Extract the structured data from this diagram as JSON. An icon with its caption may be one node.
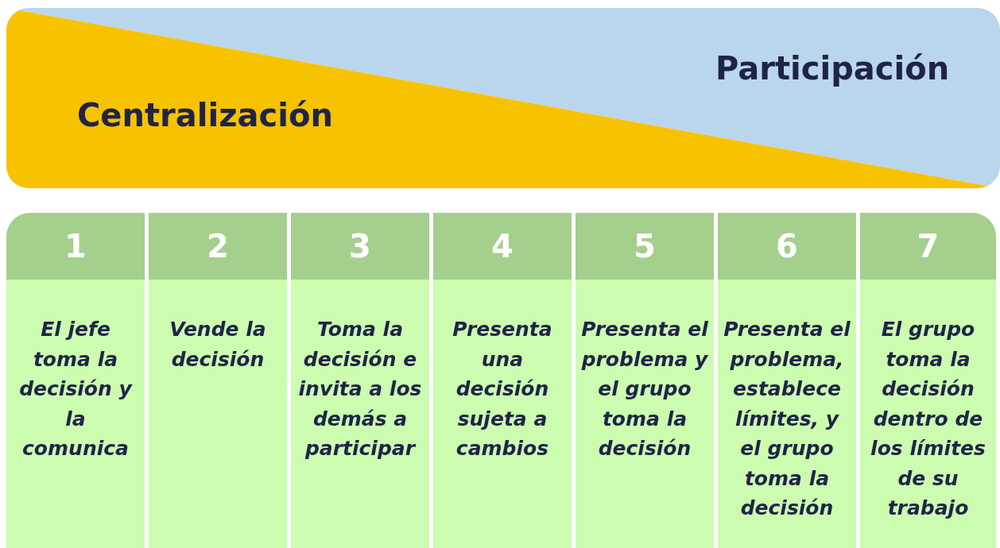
{
  "diagram": {
    "nodes": [
      {
        "text": [
          "1",
          "El jefe toma la decisión y la comunica"
        ]
      },
      {
        "text": [
          "2",
          "Vende la decisión"
        ]
      },
      {
        "text": [
          "3",
          "Toma la decisión e invita a los demás a participar"
        ]
      },
      {
        "text": [
          "4",
          "Presenta una decisión sujeta a cambios"
        ]
      },
      {
        "text": [
          "5",
          "Presenta el problema y el grupo toma la decisión"
        ]
      },
      {
        "text": [
          "6",
          "Presenta el problema, establece límites, y el grupo toma la decisión"
        ]
      },
      {
        "text": [
          "7",
          "El grupo toma la decisión dentro de los límites de su trabajo"
        ]
      }
    ],
    "labels": [
      "Centralización",
      "Participación"
    ]
  }
}
